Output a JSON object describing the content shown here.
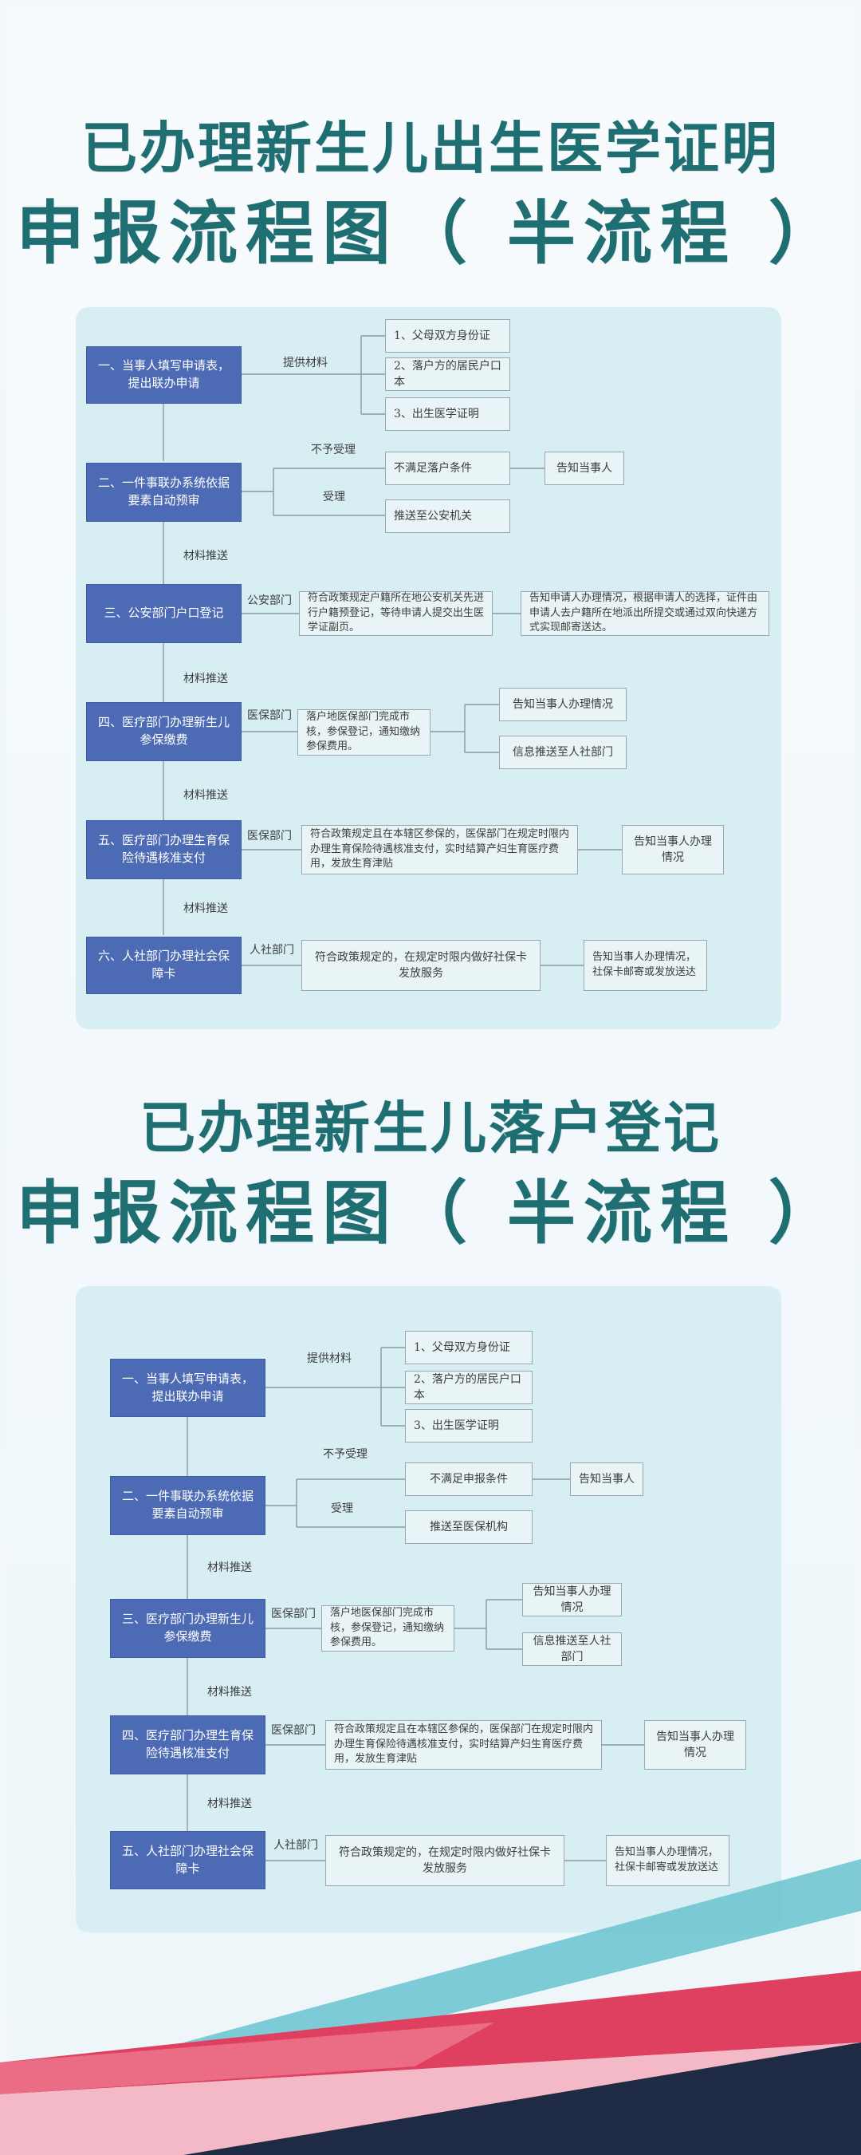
{
  "sections": [
    {
      "title_line1": "已办理新生儿出生医学证明",
      "title_line2": "申报流程图（ 半流程 ）",
      "steps": [
        "一、当事人填写申请表，提出联办申请",
        "二、一件事联办系统依据要素自动预审",
        "三、公安部门户口登记",
        "四、医疗部门办理新生儿参保缴费",
        "五、医疗部门办理生育保险待遇核准支付",
        "六、人社部门办理社会保障卡"
      ],
      "labels": {
        "provide_materials": "提供材料",
        "not_accepted": "不予受理",
        "accepted": "受理",
        "materials_push": "材料推送",
        "police_dept": "公安部门",
        "medical_dept": "医保部门",
        "hr_dept": "人社部门"
      },
      "materials": [
        "1、父母双方身份证",
        "2、落户方的居民户口本",
        "3、出生医学证明"
      ],
      "review": {
        "not_meet": "不满足落户条件",
        "notify": "告知当事人",
        "push": "推送至公安机关"
      },
      "police": {
        "desc": "符合政策规定户籍所在地公安机关先进行户籍预登记，等待申请人提交出生医学证副页。",
        "result": "告知申请人办理情况，根据申请人的选择，证件由申请人去户籍所在地派出所提交或通过双向快递方式实现邮寄送达。"
      },
      "insurance": {
        "desc": "落户地医保部门完成市核，参保登记，通知缴纳参保费用。",
        "notify": "告知当事人办理情况",
        "push": "信息推送至人社部门"
      },
      "maternity": {
        "desc": "符合政策规定且在本辖区参保的，医保部门在规定时限内办理生育保险待遇核准支付，实时结算产妇生育医疗费用，发放生育津贴",
        "notify": "告知当事人办理情况"
      },
      "card": {
        "desc": "符合政策规定的，在规定时限内做好社保卡发放服务",
        "notify": "告知当事人办理情况，社保卡邮寄或发放送达"
      }
    },
    {
      "title_line1": "已办理新生儿落户登记",
      "title_line2": "申报流程图（ 半流程 ）",
      "steps": [
        "一、当事人填写申请表，提出联办申请",
        "二、一件事联办系统依据要素自动预审",
        "三、医疗部门办理新生儿参保缴费",
        "四、医疗部门办理生育保险待遇核准支付",
        "五、人社部门办理社会保障卡"
      ],
      "labels": {
        "provide_materials": "提供材料",
        "not_accepted": "不予受理",
        "accepted": "受理",
        "materials_push": "材料推送",
        "medical_dept": "医保部门",
        "hr_dept": "人社部门"
      },
      "materials": [
        "1、父母双方身份证",
        "2、落户方的居民户口本",
        "3、出生医学证明"
      ],
      "review": {
        "not_meet": "不满足申报条件",
        "notify": "告知当事人",
        "push": "推送至医保机构"
      },
      "insurance": {
        "desc": "落户地医保部门完成市核，参保登记，通知缴纳参保费用。",
        "notify": "告知当事人办理情况",
        "push": "信息推送至人社部门"
      },
      "maternity": {
        "desc": "符合政策规定且在本辖区参保的，医保部门在规定时限内办理生育保险待遇核准支付，实时结算产妇生育医疗费用，发放生育津贴",
        "notify": "告知当事人办理情况"
      },
      "card": {
        "desc": "符合政策规定的，在规定时限内做好社保卡发放服务",
        "notify": "告知当事人办理情况，社保卡邮寄或发放送达"
      }
    }
  ],
  "colors": {
    "title": "#1f6e72",
    "panel": "#d7eef2",
    "step_box": "#4d6bb5",
    "info_box": "#e9f4f6",
    "line": "#8f98a2"
  }
}
